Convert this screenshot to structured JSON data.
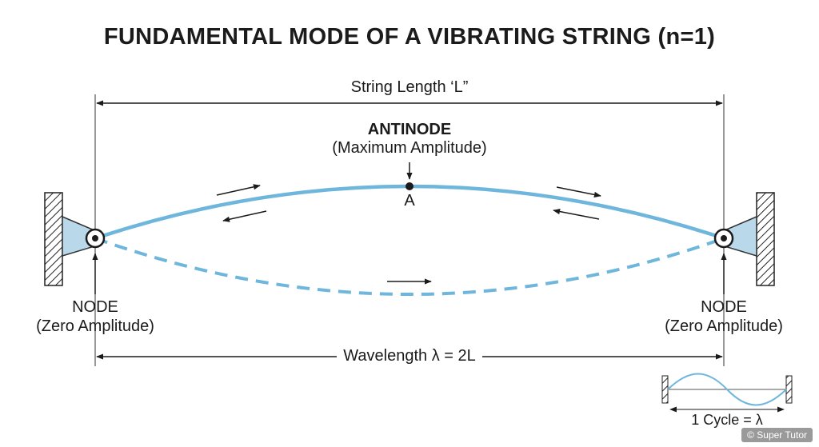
{
  "title": "FUNDAMENTAL MODE OF A VIBRATING STRING (n=1)",
  "string_length_label": "String Length ‘L”",
  "antinode": {
    "heading": "ANTINODE",
    "subtext": "(Maximum Amplitude)",
    "point_label": "A"
  },
  "node_left": {
    "heading": "NODE",
    "subtext": "(Zero Amplitude)"
  },
  "node_right": {
    "heading": "NODE",
    "subtext": "(Zero Amplitude)"
  },
  "wavelength_label": "Wavelength λ = 2L",
  "inset": {
    "cycle_label": "1 Cycle = λ"
  },
  "watermark": "© Super Tutor",
  "colors": {
    "string": "#6fb6dc",
    "mount": "#b9d9ea",
    "text": "#1b1b1b"
  }
}
